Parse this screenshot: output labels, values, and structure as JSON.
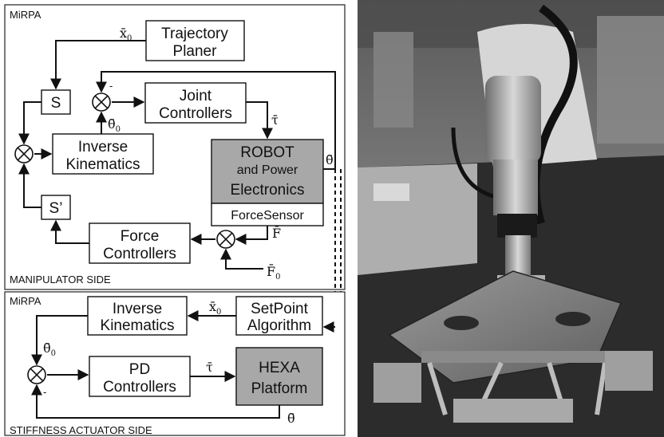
{
  "manipulator_panel": {
    "brand": "MiRPA",
    "side_label": "MANIPULATOR SIDE",
    "blocks": {
      "trajectory_line1": "Trajectory",
      "trajectory_line2": "Planer",
      "s": "S",
      "s_prime": "S’",
      "joint_line1": "Joint",
      "joint_line2": "Controllers",
      "ik_line1": "Inverse",
      "ik_line2": "Kinematics",
      "robot_line1": "ROBOT",
      "robot_line2": "and Power",
      "robot_line3": "Electronics",
      "force_sensor": "ForceSensor",
      "force_line1": "Force",
      "force_line2": "Controllers"
    },
    "signals": {
      "x0": "x̄",
      "x0_sub": "0",
      "theta0": "θ̄",
      "theta0_sub": "0",
      "tau": "τ̄",
      "theta": "θ̄",
      "F": "F̄",
      "F0": "F̄",
      "F0_sub": "0",
      "minus": "-"
    }
  },
  "stiffness_panel": {
    "brand": "MiRPA",
    "side_label": "STIFFNESS ACTUATOR SIDE",
    "blocks": {
      "ik_line1": "Inverse",
      "ik_line2": "Kinematics",
      "setpoint_line1": "SetPoint",
      "setpoint_line2": "Algorithm",
      "pd_line1": "PD",
      "pd_line2": "Controllers",
      "hexa_line1": "HEXA",
      "hexa_line2": "Platform"
    },
    "signals": {
      "x0": "x̄",
      "x0_sub": "0",
      "theta0": "θ̄",
      "theta0_sub": "0",
      "tau": "τ̄",
      "theta": "θ̄",
      "minus": "-"
    }
  },
  "photo": {
    "subject": "robot arm mounted on hexapod stiffness actuator platform"
  },
  "colors": {
    "block_fill": "#ffffff",
    "robot_block_fill": "#a8a8a8",
    "line": "#111111"
  }
}
